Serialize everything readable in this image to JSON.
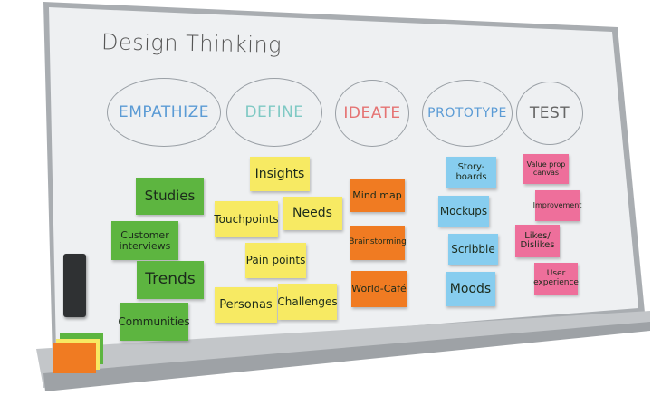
{
  "board": {
    "title": "Design Thinking",
    "phases": [
      {
        "label": "EMPATHIZE",
        "color": "#5b9bd5"
      },
      {
        "label": "DEFINE",
        "color": "#7fc9c4"
      },
      {
        "label": "IDEATE",
        "color": "#e57373"
      },
      {
        "label": "PROTOTYPE",
        "color": "#5b9bd5"
      },
      {
        "label": "TEST",
        "color": "#666666"
      }
    ],
    "notes": {
      "empathize": [
        "Studies",
        "Customer interviews",
        "Trends",
        "Communities"
      ],
      "define": [
        "Insights",
        "Touchpoints",
        "Needs",
        "Pain points",
        "Personas",
        "Challenges"
      ],
      "ideate": [
        "Mind map",
        "Brainstorming",
        "World-Café"
      ],
      "prototype": [
        "Story-boards",
        "Mockups",
        "Scribble",
        "Moods"
      ],
      "test": [
        "Value prop canvas",
        "Improvement",
        "Likes/ Dislikes",
        "User experience"
      ]
    }
  }
}
